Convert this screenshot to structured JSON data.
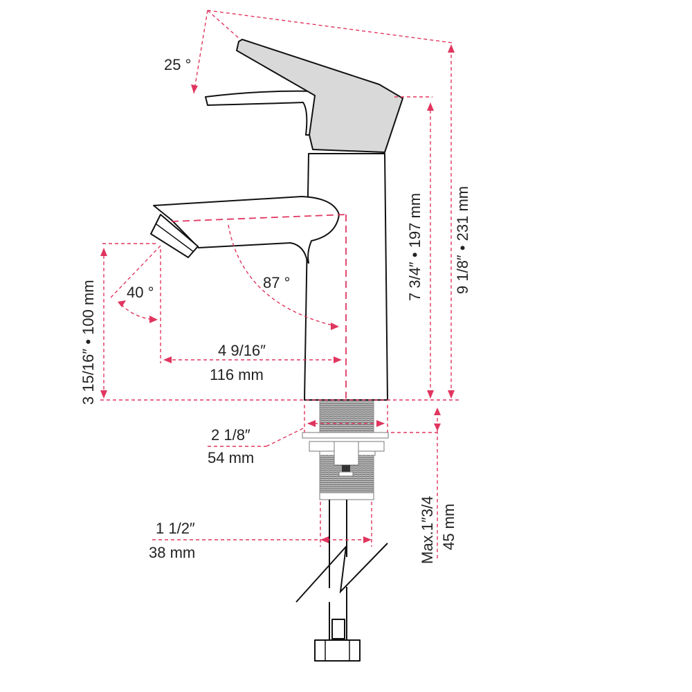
{
  "labels": {
    "handle_angle": "25 °",
    "spout_angle": "87 °",
    "aerator_angle": "40 °",
    "spout_reach_in": "4 9/16″",
    "spout_reach_mm": "116 mm",
    "spout_height": "3 15/16″ • 100 mm",
    "body_height": "7 3/4″ • 197 mm",
    "total_height": "9 1/8″ • 231 mm",
    "base_diameter_in": "2 1/8″",
    "base_diameter_mm": "54 mm",
    "shank_diameter_in": "1 1/2″",
    "shank_diameter_mm": "38 mm",
    "max_deck_in": "Max.1″3/4",
    "max_deck_mm": "45 mm"
  },
  "colors": {
    "dimension": "#e0355f",
    "outline": "#111111",
    "handle_fill": "#d9d9d9"
  }
}
